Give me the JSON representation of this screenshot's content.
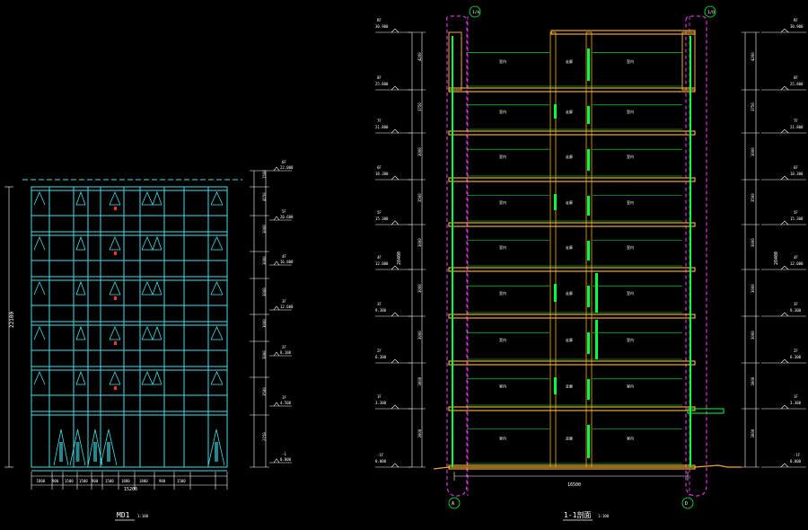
{
  "drawing": {
    "elevation": {
      "title": "MD1",
      "scale": "1:100",
      "total_height": "22100",
      "total_width": "15200",
      "bottom_dims": [
        "1800",
        "900",
        "1500",
        "1500",
        "900",
        "1500",
        "1800",
        "1800",
        "900",
        "1500"
      ],
      "right_dims": [
        "1500",
        "4150",
        "3000",
        "3000",
        "3000",
        "3000",
        "3000",
        "3500",
        "2150"
      ],
      "levels": [
        {
          "floor": "-1",
          "value": "0.000"
        },
        {
          "floor": "1F",
          "value": "4.500"
        },
        {
          "floor": "2F",
          "value": "8.100"
        },
        {
          "floor": "3F",
          "value": "12.600"
        },
        {
          "floor": "4F",
          "value": "16.800"
        },
        {
          "floor": "5F",
          "value": "20.600"
        },
        {
          "floor": "6F",
          "value": "22.000"
        }
      ]
    },
    "section": {
      "title": "1-1剖面",
      "scale": "1:100",
      "total_height": "28400",
      "axis_span": "16500",
      "top_axis_left": "1/A",
      "top_axis_right": "1/D",
      "bottom_axis_left": "A",
      "bottom_axis_right": "D",
      "left_levels": [
        {
          "floor": "RF",
          "value": "30.900"
        },
        {
          "floor": "8F",
          "value": "25.800"
        },
        {
          "floor": "7F",
          "value": "21.800"
        },
        {
          "floor": "6F",
          "value": "18.300"
        },
        {
          "floor": "5F",
          "value": "15.300"
        },
        {
          "floor": "4F",
          "value": "12.000"
        },
        {
          "floor": "3F",
          "value": "9.300"
        },
        {
          "floor": "2F",
          "value": "6.300"
        },
        {
          "floor": "1F",
          "value": "3.300"
        },
        {
          "floor": "-1F",
          "value": "0.000"
        }
      ],
      "right_levels": [
        {
          "floor": "RF",
          "value": "30.900"
        },
        {
          "floor": "8F",
          "value": "25.800"
        },
        {
          "floor": "7F",
          "value": "21.800"
        },
        {
          "floor": "6F",
          "value": "18.300"
        },
        {
          "floor": "5F",
          "value": "15.300"
        },
        {
          "floor": "4F",
          "value": "12.000"
        },
        {
          "floor": "3F",
          "value": "9.300"
        },
        {
          "floor": "2F",
          "value": "6.300"
        },
        {
          "floor": "1F",
          "value": "3.300"
        },
        {
          "floor": "-1F",
          "value": "0.000"
        }
      ],
      "floor_dims": [
        "4200",
        "3750",
        "3000",
        "3500",
        "3000",
        "3000",
        "3000",
        "3000",
        "3000",
        "3300"
      ],
      "room_labels": [
        "室内",
        "走廊",
        "平台"
      ]
    }
  },
  "colors": {
    "background": "#000000",
    "elevation_line": "#3fe0ea",
    "dimension": "#ffffff",
    "slab": "#f0a830",
    "wall": "#00ff40",
    "grid_axis": "#ff40ff",
    "text": "#ffffff",
    "red_mark": "#ff3030"
  }
}
